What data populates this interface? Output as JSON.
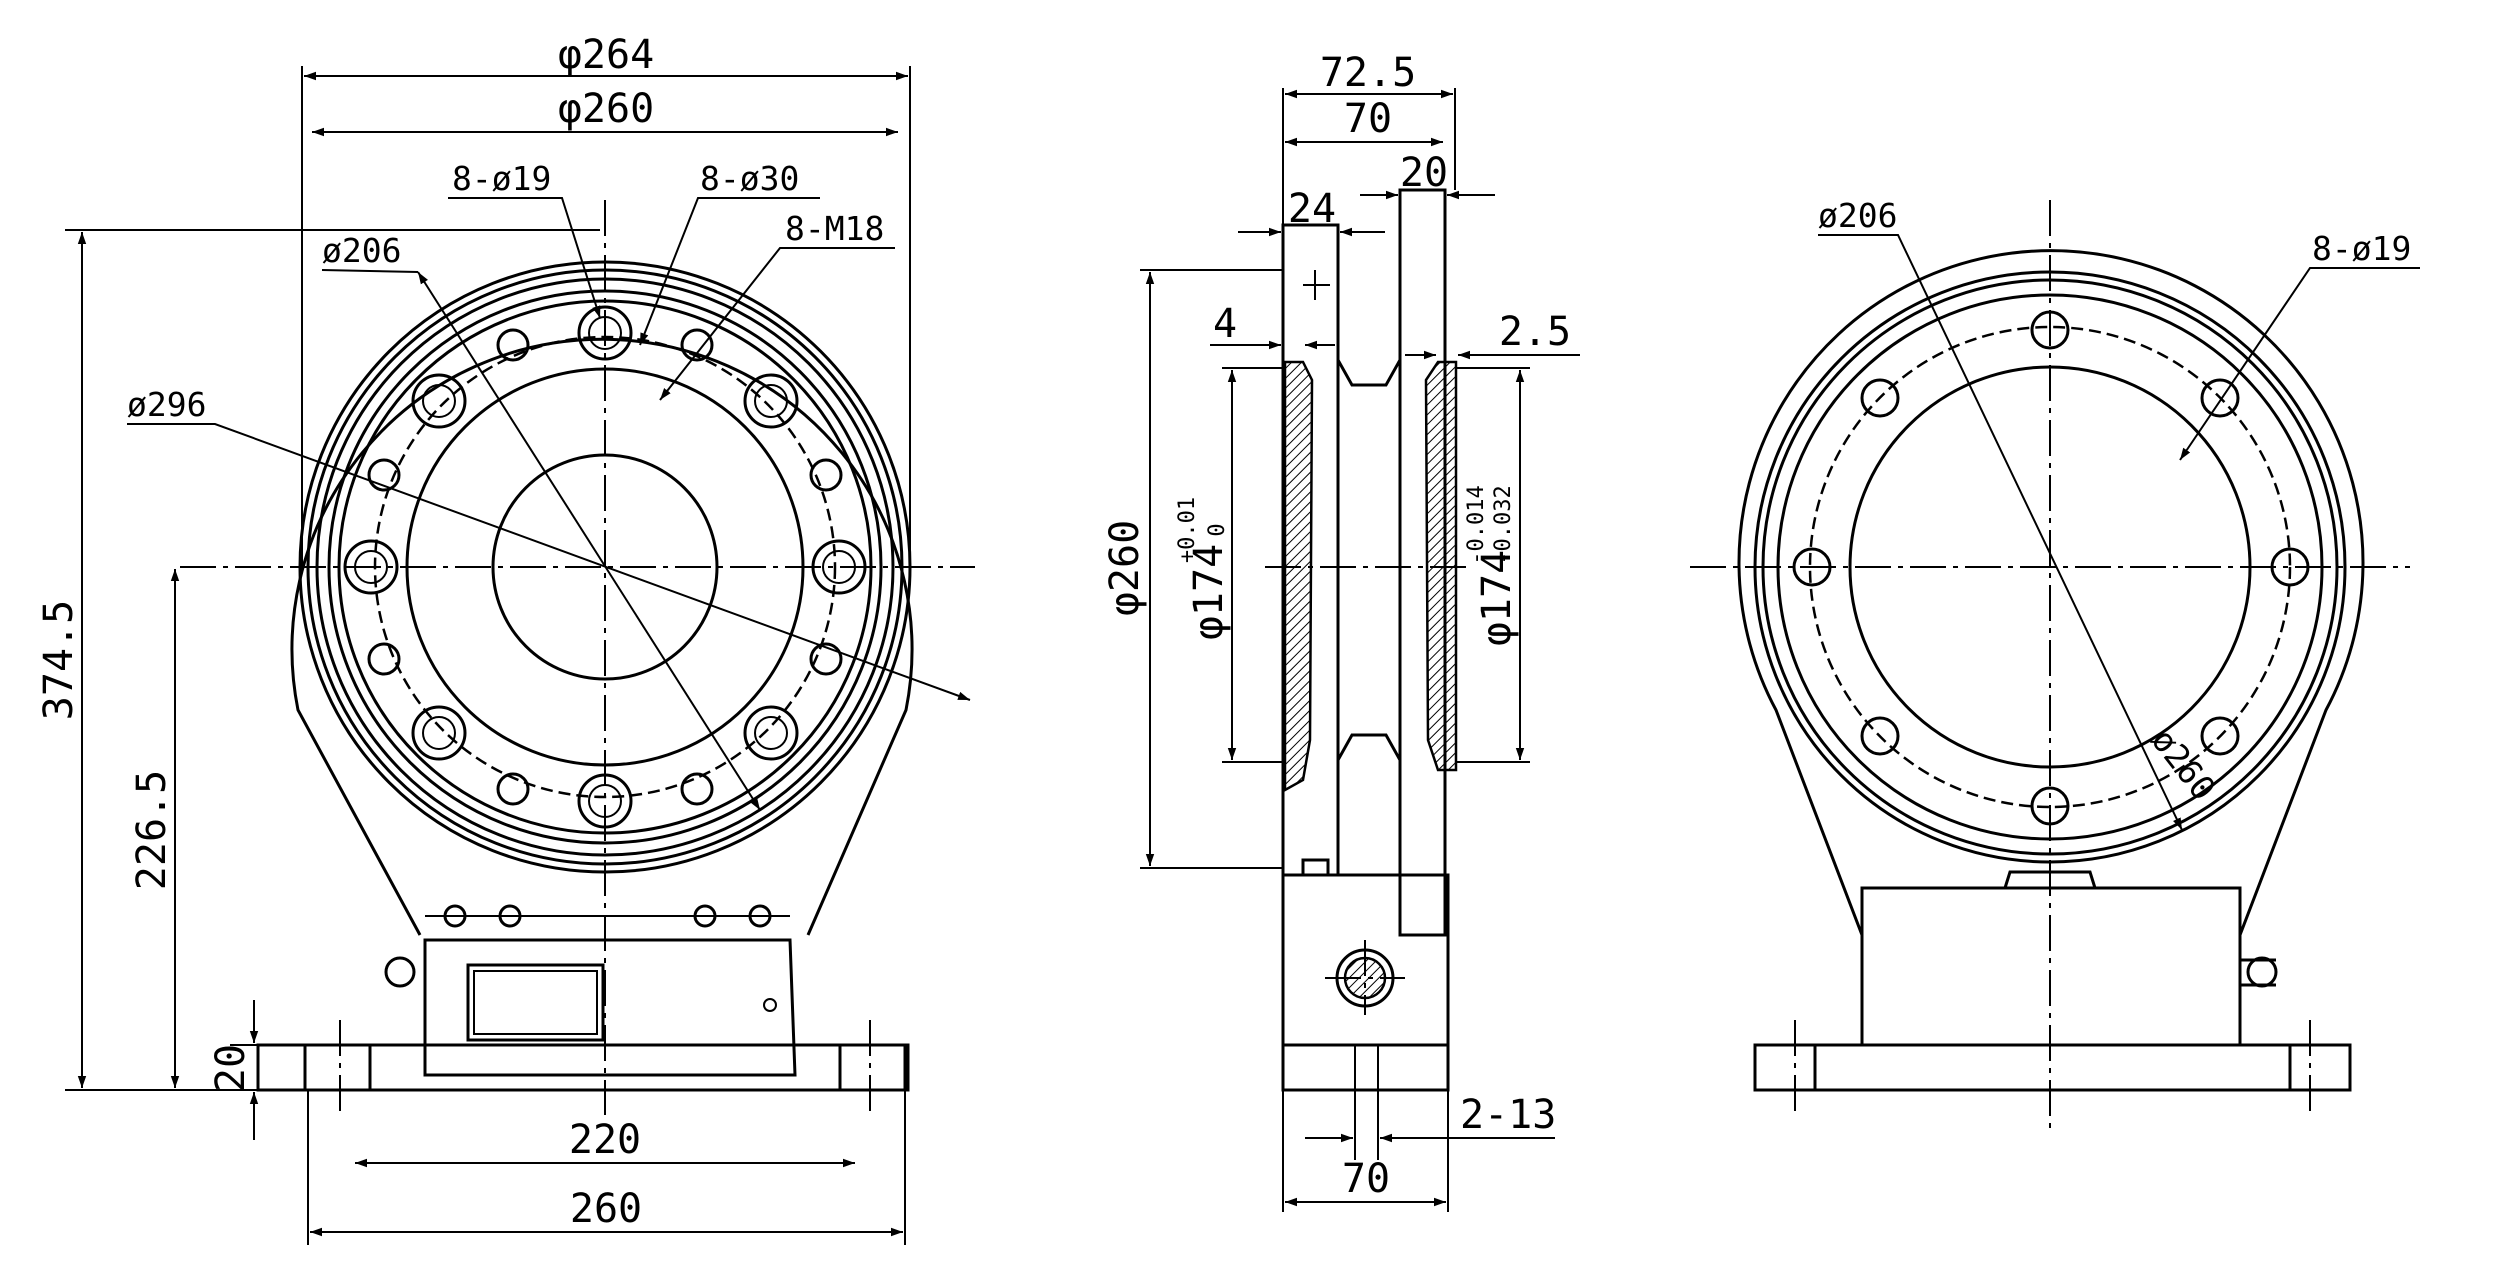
{
  "front_view": {
    "dim_outer_flange": "φ264",
    "dim_ring": "φ260",
    "dim_holes_small": "8-ø19",
    "dim_holes_large": "8-ø30",
    "dim_thread": "8-M18",
    "dim_inner_circle": "ø206",
    "dim_housing": "ø296",
    "dim_total_height": "374.5",
    "dim_center_height": "226.5",
    "dim_base_thickness": "20",
    "dim_base_holes": "220",
    "dim_base_width": "260"
  },
  "side_view": {
    "dim_overall_width": "72.5",
    "dim_body_width": "70",
    "dim_flange_width": "20",
    "dim_offset": "24",
    "dim_step": "4",
    "dim_gap": "2.5",
    "dim_diameter": "φ260",
    "dim_bore_left": "φ174",
    "dim_bore_left_upper": "+0.01",
    "dim_bore_left_lower": "0",
    "dim_bore_right": "φ174",
    "dim_bore_right_upper": "-0.014",
    "dim_bore_right_lower": "-0.032",
    "dim_mount_holes": "2-13",
    "dim_base_width": "70"
  },
  "rear_view": {
    "dim_inner_circle": "ø206",
    "dim_holes": "8-ø19",
    "dim_bolt_circle": "ø260"
  }
}
